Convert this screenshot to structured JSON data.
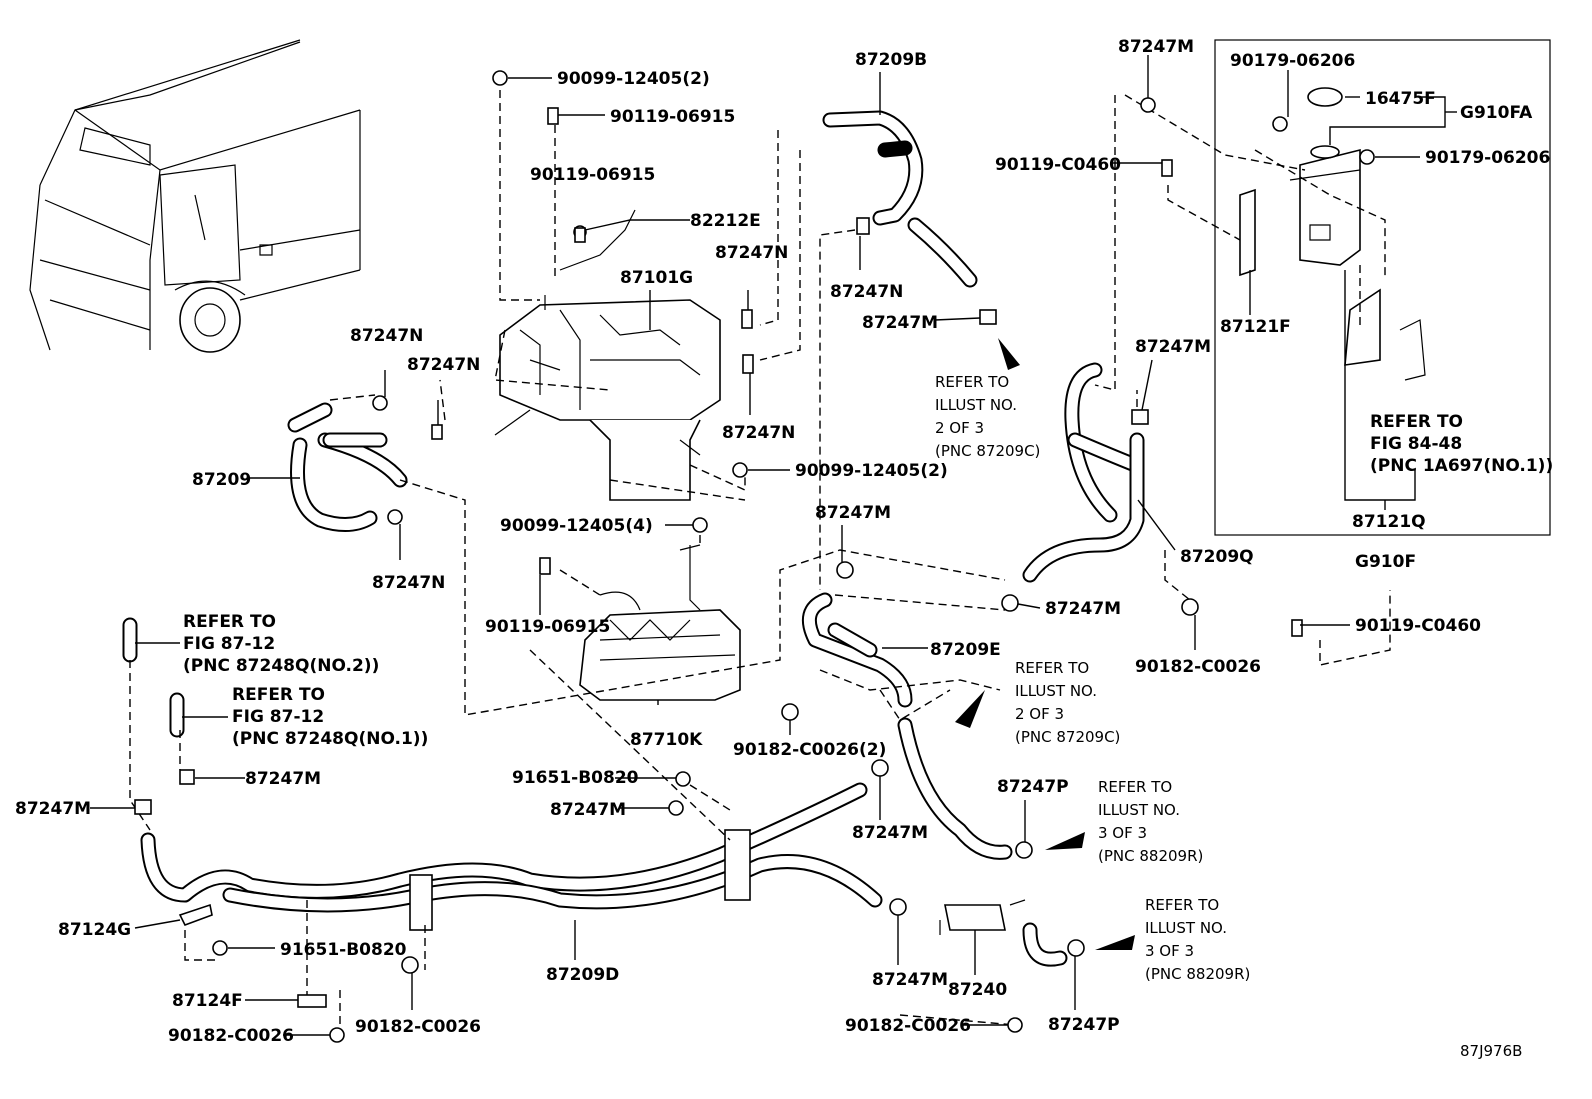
{
  "diagram_code": "87J976B",
  "labels": {
    "p90099_12405_2a": "90099-12405(2)",
    "p90119_06915_a": "90119-06915",
    "p90119_06915_b": "90119-06915",
    "p82212E": "82212E",
    "p87101G": "87101G",
    "p87209B": "87209B",
    "p87247N_a": "87247N",
    "p87247N_b": "87247N",
    "p87247N_c": "87247N",
    "p87247N_d": "87247N",
    "p87247N_e": "87247N",
    "p87247N_f": "87247N",
    "p87247M_a": "87247M",
    "p87247M_b": "87247M",
    "p87247M_c": "87247M",
    "p87247M_d": "87247M",
    "p87247M_e": "87247M",
    "p87247M_f": "87247M",
    "p87247M_g": "87247M",
    "p87247M_h": "87247M",
    "p87247M_i": "87247M",
    "p87247M_j": "87247M",
    "p87209": "87209",
    "p90099_12405_2b": "90099-12405(2)",
    "p90099_12405_4": "90099-12405(4)",
    "p90119_06915_c": "90119-06915",
    "p87710K": "87710K",
    "p87209E": "87209E",
    "p90182_C0026_2": "90182-C0026(2)",
    "p91651_B0820_a": "91651-B0820",
    "p91651_B0820_b": "91651-B0820",
    "p87209D": "87209D",
    "p87124G": "87124G",
    "p87124F": "87124F",
    "p90182_C0026_a": "90182-C0026",
    "p90182_C0026_b": "90182-C0026",
    "p90182_C0026_c": "90182-C0026",
    "p90182_C0026_d": "90182-C0026",
    "p87247P_a": "87247P",
    "p87247P_b": "87247P",
    "p87240": "87240",
    "p90119_C0460_a": "90119-C0460",
    "p90119_C0460_b": "90119-C0460",
    "p90179_06206_a": "90179-06206",
    "p90179_06206_b": "90179-06206",
    "p16475F": "16475F",
    "pG910FA": "G910FA",
    "p87121F": "87121F",
    "p87121Q": "87121Q",
    "p87209Q": "87209Q",
    "pG910F": "G910F"
  },
  "references": {
    "illust2_a": [
      "REFER TO",
      "ILLUST NO.",
      "2 OF 3",
      "(PNC 87209C)"
    ],
    "illust2_b": [
      "REFER TO",
      "ILLUST NO.",
      "2 OF 3",
      "(PNC 87209C)"
    ],
    "illust3_a": [
      "REFER TO",
      "ILLUST NO.",
      "3 OF 3",
      "(PNC 88209R)"
    ],
    "illust3_b": [
      "REFER TO",
      "ILLUST NO.",
      "3 OF 3",
      "(PNC 88209R)"
    ],
    "fig8448": [
      "REFER TO",
      "FIG 84-48",
      "(PNC 1A697(NO.1))"
    ],
    "fig8712_2": [
      "REFER TO",
      "FIG 87-12",
      "(PNC 87248Q(NO.2))"
    ],
    "fig8712_1": [
      "REFER TO",
      "FIG 87-12",
      "(PNC 87248Q(NO.1))"
    ]
  }
}
